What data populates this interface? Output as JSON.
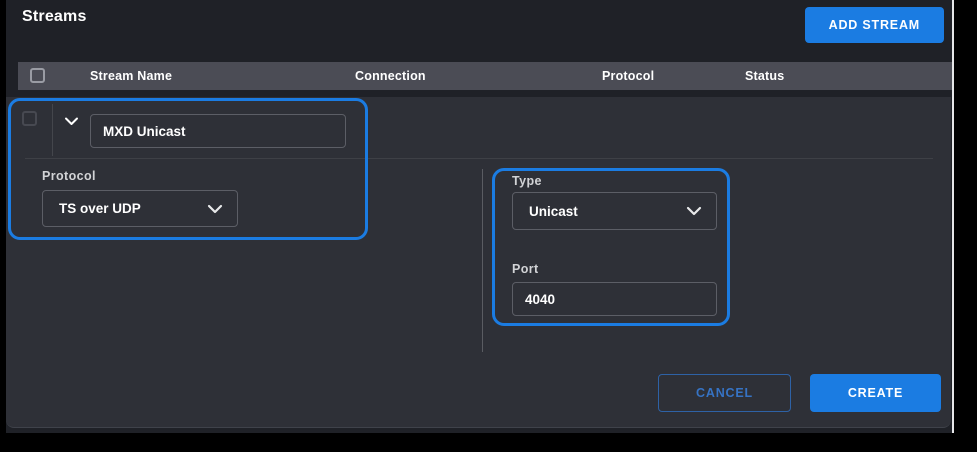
{
  "page": {
    "title": "Streams"
  },
  "toolbar": {
    "add_stream_label": "ADD STREAM"
  },
  "table": {
    "columns": [
      "Stream Name",
      "Connection",
      "Protocol",
      "Status"
    ]
  },
  "stream_row": {
    "name_value": "MXD Unicast",
    "checked": false
  },
  "form": {
    "protocol": {
      "label": "Protocol",
      "value": "TS over UDP"
    },
    "type": {
      "label": "Type",
      "value": "Unicast"
    },
    "port": {
      "label": "Port",
      "value": "4040"
    }
  },
  "footer": {
    "cancel_label": "CANCEL",
    "create_label": "CREATE"
  },
  "icons": {
    "expander": "chevron-down",
    "dropdown": "chevron-down"
  },
  "colors": {
    "accent_blue": "#1b7ce2",
    "cancel_text_blue": "#3673c4",
    "table_header_bar": "#4b4c55",
    "card_background": "#2e3037",
    "window_background": "#1f2127"
  }
}
